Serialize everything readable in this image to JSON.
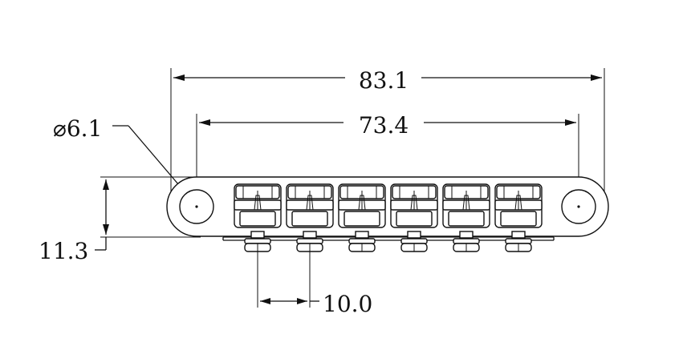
{
  "diagram": {
    "dimensions": {
      "overall_length": "83.1",
      "hole_spacing": "73.4",
      "hole_diameter": "⌀6.1",
      "height": "11.3",
      "saddle_spacing": "10.0"
    },
    "saddle_count": 6
  }
}
